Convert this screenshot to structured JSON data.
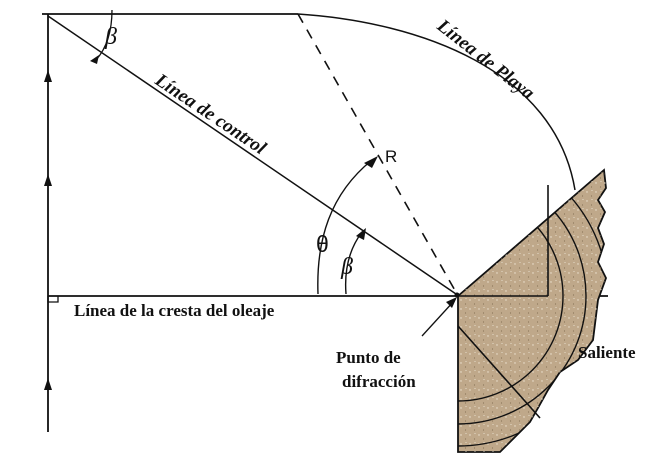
{
  "labels": {
    "beta_top": "β",
    "linea_de_playa": "Línea de Playa",
    "linea_de_control": "Línea de control",
    "r": "R",
    "theta": "θ",
    "beta_bottom": "β",
    "linea_cresta": "Línea de la cresta del oleaje",
    "punto_line1": "Punto de",
    "punto_line2": "difracción",
    "saliente": "Saliente"
  },
  "colors": {
    "ink": "#111111",
    "land_fill": "#bfa88a",
    "background": "#ffffff"
  }
}
